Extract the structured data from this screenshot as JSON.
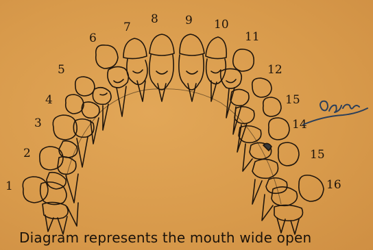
{
  "labels": {
    "n1": "1",
    "n2": "2",
    "n3": "3",
    "n4": "4",
    "n5": "5",
    "n6": "6",
    "n7": "7",
    "n8": "8",
    "n9": "9",
    "n10": "10",
    "n11": "11",
    "n12": "12",
    "n15a": "15",
    "n14": "14",
    "n15b": "15",
    "n16": "16"
  },
  "caption": "Diagram represents the mouth wide open",
  "colors": {
    "background": "#d99a4c",
    "ink": "#1d140c"
  }
}
